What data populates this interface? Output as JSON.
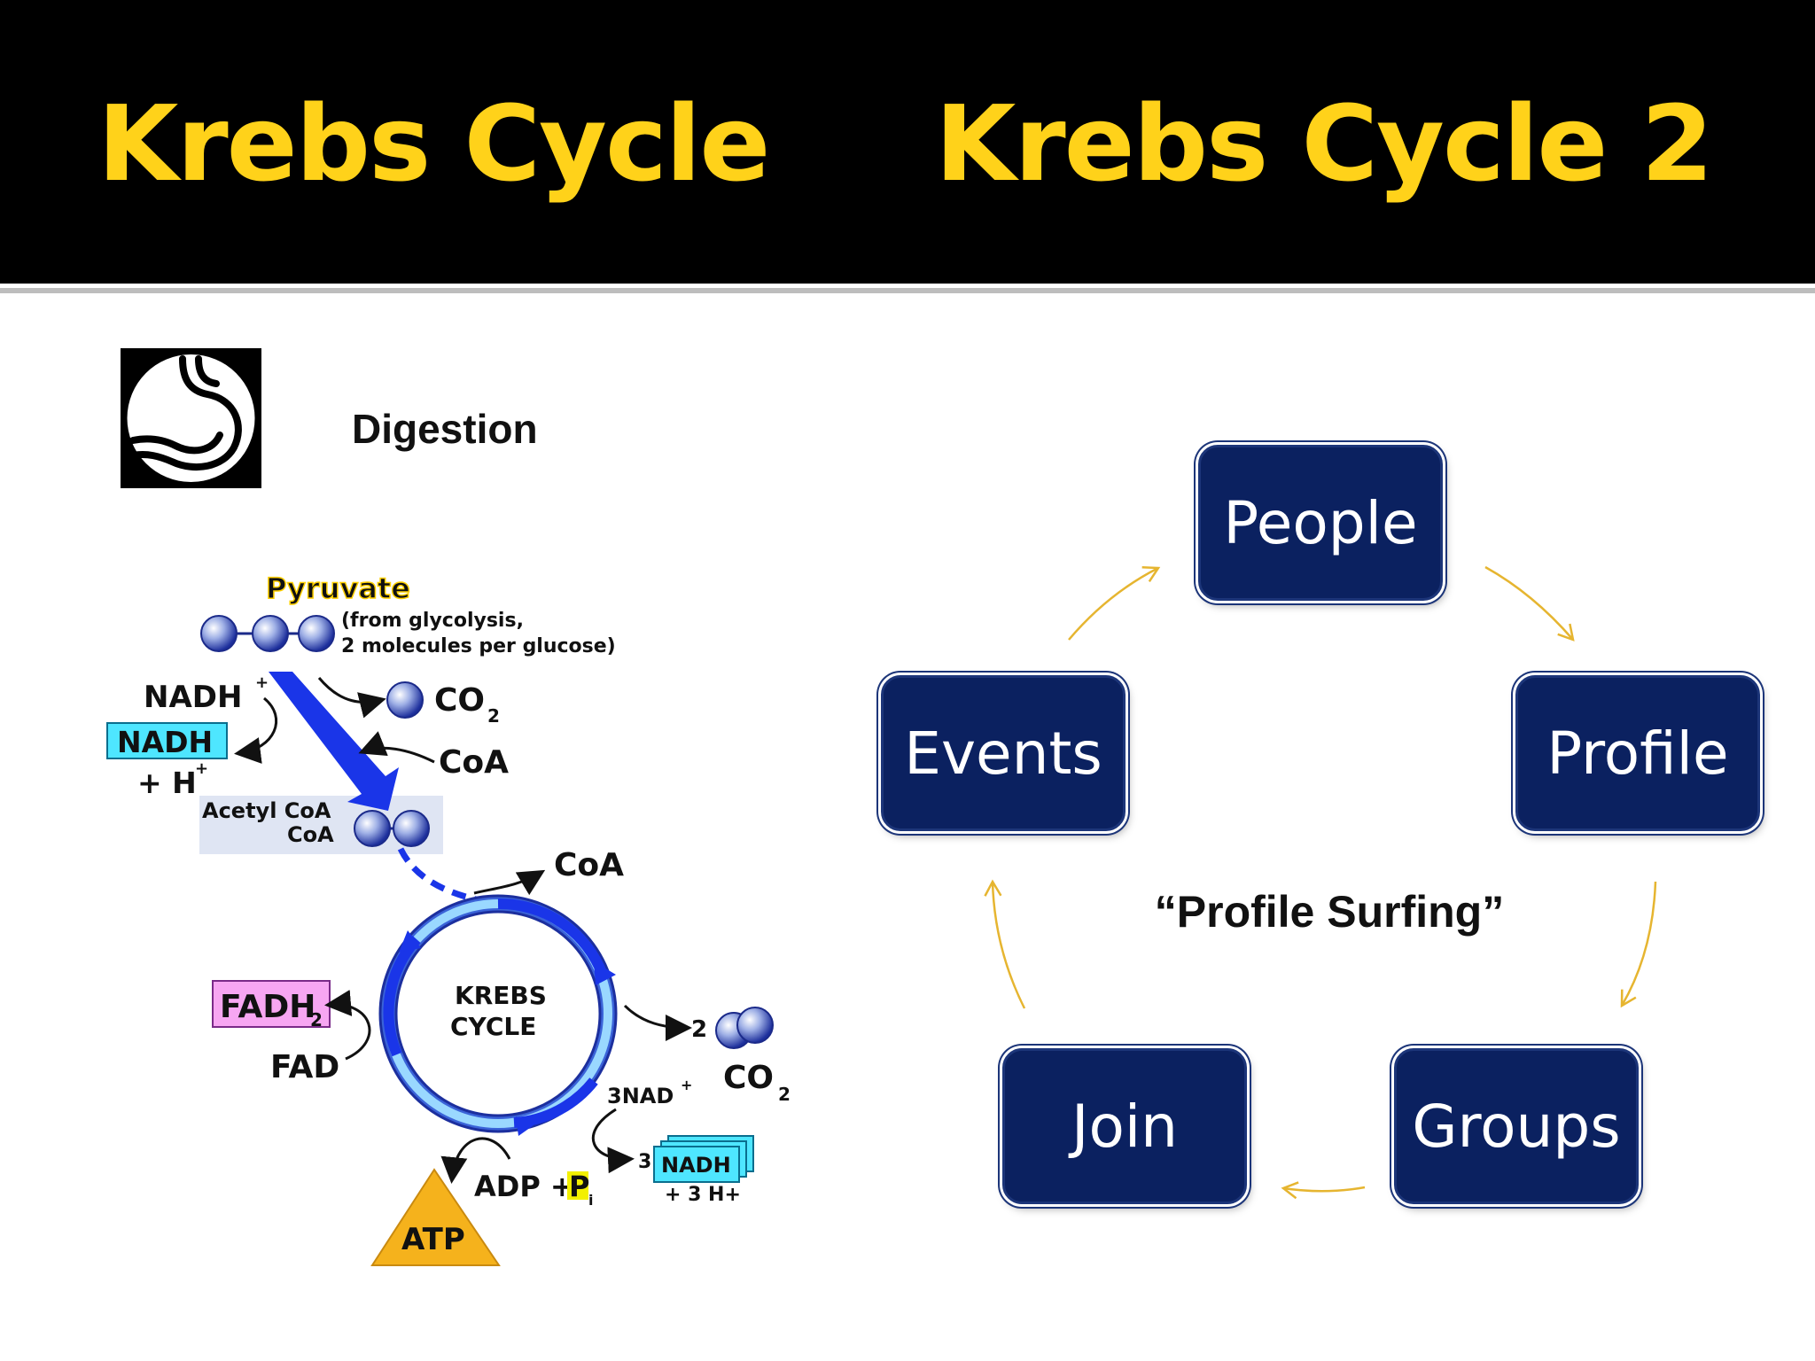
{
  "header": {
    "title_left": "Krebs Cycle",
    "title_right": "Krebs Cycle 2"
  },
  "left_panel": {
    "icon": "stomach-icon",
    "digestion_label": "Digestion",
    "krebs_diagram": {
      "pyruvate": "Pyruvate",
      "pyruvate_note_line1": "(from glycolysis,",
      "pyruvate_note_line2": "2 molecules per glucose)",
      "nadh_plus": "NADH",
      "nadh_plus_sup": "+",
      "nadh_box": "NADH",
      "h_plus": "+ H",
      "h_plus_sup": "+",
      "co2_top": "CO",
      "co2_top_sub": "2",
      "coa_in": "CoA",
      "acetyl_coa_line1": "Acetyl CoA",
      "acetyl_coa_line2": "CoA",
      "coa_out": "CoA",
      "krebs_line1": "KREBS",
      "krebs_line2": "CYCLE",
      "fadh2": "FADH",
      "fadh2_sub": "2",
      "fad": "FAD",
      "two": "2",
      "co2_right": "CO",
      "co2_right_sub": "2",
      "three_nad": "3NAD",
      "three_nad_sup": "+",
      "three": "3",
      "nadh_stack": "NADH",
      "three_h": "+ 3 H+",
      "adp_pi": "ADP + ",
      "pi": "P",
      "pi_sub": "i",
      "atp": "ATP"
    }
  },
  "right_panel": {
    "nodes": [
      "People",
      "Profile",
      "Groups",
      "Join",
      "Events"
    ],
    "center_label": "“Profile Surfing”",
    "colors": {
      "node_fill": "#0b2160",
      "arrow": "#e6b530",
      "title": "#ffd21a"
    }
  }
}
